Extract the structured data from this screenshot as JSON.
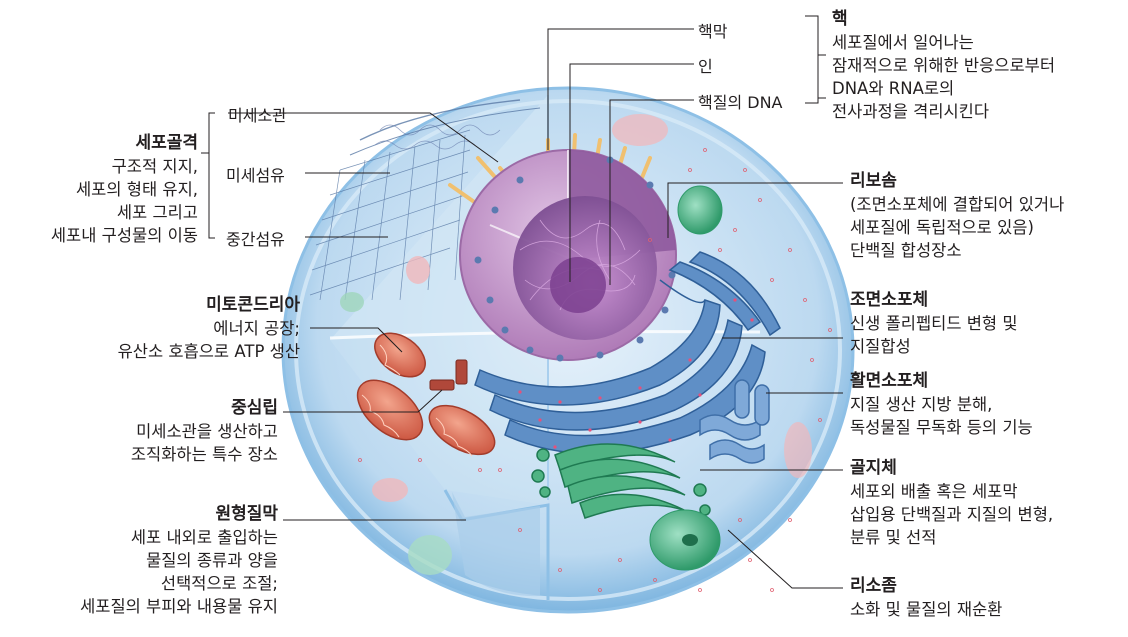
{
  "labels": {
    "cytoskeleton": {
      "title": "세포골격",
      "lines": [
        "구조적 지지,",
        "세포의 형태 유지,",
        "세포 그리고",
        "세포내 구성물의 이동"
      ]
    },
    "microtubule": "미세소관",
    "microfilament": "미세섬유",
    "intermediate_filament": "중간섬유",
    "mitochondria": {
      "title": "미토콘드리아",
      "lines": [
        "에너지 공장;",
        "유산소 호흡으로 ATP 생산"
      ]
    },
    "centriole": {
      "title": "중심립",
      "lines": [
        "미세소관을 생산하고",
        "조직화하는 특수 장소"
      ]
    },
    "plasma_membrane": {
      "title": "원형질막",
      "lines": [
        "세포 내외로 출입하는",
        "물질의 종류과 양을",
        "선택적으로 조절;",
        "세포질의 부피와 내용물 유지"
      ]
    },
    "nuclear_envelope": "핵막",
    "nucleolus": "인",
    "nuclear_dna": "핵질의 DNA",
    "nucleus": {
      "title": "핵",
      "lines": [
        "세포질에서 일어나는",
        "잠재적으로 위해한 반응으로부터",
        "DNA와 RNA로의",
        "전사과정을 격리시킨다"
      ]
    },
    "ribosome": {
      "title": "리보솜",
      "lines": [
        "(조면소포체에 결합되어 있거나",
        "세포질에 독립적으로 있음)",
        "단백질 합성장소"
      ]
    },
    "rough_er": {
      "title": "조면소포체",
      "lines": [
        "신생 폴리펩티드 변형 및",
        "지질합성"
      ]
    },
    "smooth_er": {
      "title": "활면소포체",
      "lines": [
        "지질 생산 지방 분해,",
        "독성물질 무독화 등의 기능"
      ]
    },
    "golgi": {
      "title": "골지체",
      "lines": [
        "세포외 배출 혹은 세포막",
        "삽입용 단백질과 지질의 변형,",
        "분류 및 선적"
      ]
    },
    "lysosome": {
      "title": "리소좀",
      "lines": [
        "소화 및 물질의 재순환"
      ]
    }
  },
  "colors": {
    "cytoplasm": "#bcd9f0",
    "membrane": "#7fb6e0",
    "nucleus": "#c79ac9",
    "nucleoplasm": "#9b6aa8",
    "er": "#3a6ea8",
    "golgi": "#2f9a6a",
    "mitochondria": "#d8604a",
    "lysosome": "#3fae86",
    "leader_line": "#231f20"
  }
}
